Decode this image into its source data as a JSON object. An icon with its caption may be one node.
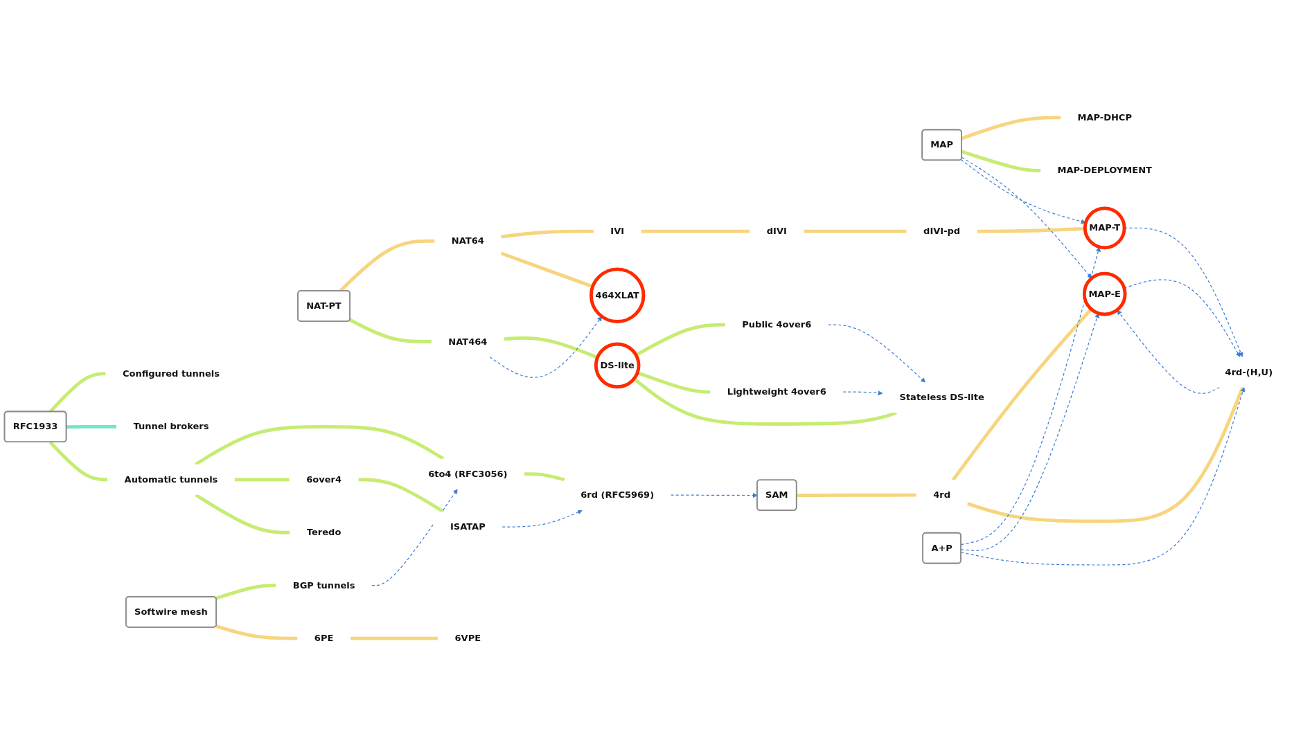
{
  "diagram": {
    "nodes": [
      {
        "text": [
          "MAP"
        ]
      },
      {
        "text": [
          "MAP-DHCP"
        ]
      },
      {
        "text": [
          "MAP-DEPLOYMENT"
        ]
      },
      {
        "text": [
          "NAT-PT"
        ]
      },
      {
        "text": [
          "NAT64"
        ]
      },
      {
        "text": [
          "IVI"
        ]
      },
      {
        "text": [
          "dIVI"
        ]
      },
      {
        "text": [
          "dIVI-pd"
        ]
      },
      {
        "text": [
          "MAP-T"
        ]
      },
      {
        "text": [
          "464XLAT"
        ]
      },
      {
        "text": [
          "MAP-E"
        ]
      },
      {
        "text": [
          "SAM"
        ]
      },
      {
        "text": [
          "4rd"
        ]
      },
      {
        "text": [
          "4rd-(H,U)"
        ]
      },
      {
        "text": [
          "NAT464"
        ]
      },
      {
        "text": [
          "DS-lite"
        ]
      },
      {
        "text": [
          "Public 4over6"
        ]
      },
      {
        "text": [
          "Lightweight 4over6"
        ]
      },
      {
        "text": [
          "Stateless DS-lite"
        ]
      },
      {
        "text": [
          "A+P"
        ]
      },
      {
        "text": [
          "Configured tunnels"
        ]
      },
      {
        "text": [
          "RFC1933"
        ]
      },
      {
        "text": [
          "Tunnel brokers"
        ]
      },
      {
        "text": [
          "Automatic tunnels"
        ]
      },
      {
        "text": [
          "6to4 (RFC3056)"
        ]
      },
      {
        "text": [
          "6rd (RFC5969)"
        ]
      },
      {
        "text": [
          "6over4"
        ]
      },
      {
        "text": [
          "ISATAP"
        ]
      },
      {
        "text": [
          "Teredo"
        ]
      },
      {
        "text": [
          "BGP tunnels"
        ]
      },
      {
        "text": [
          "Softwire mesh"
        ]
      },
      {
        "text": [
          "6PE"
        ]
      },
      {
        "text": [
          "6VPE"
        ]
      }
    ],
    "edges": [
      {
        "from": 0,
        "to": 1,
        "arrow": "none",
        "color": "#f7d57e"
      },
      {
        "from": 0,
        "to": 2,
        "arrow": "none"
      },
      {
        "from": 3,
        "to": 4,
        "arrow": "none",
        "color": "#f7d57e"
      },
      {
        "from": 4,
        "to": 5,
        "arrow": "none",
        "color": "#f7d57e"
      },
      {
        "from": 5,
        "to": 6,
        "arrow": "none",
        "color": "#f7d57e"
      },
      {
        "from": 6,
        "to": 7,
        "arrow": "none",
        "color": "#f7d57e"
      },
      {
        "from": 7,
        "to": 8,
        "arrow": "none",
        "color": "#f7d57e"
      },
      {
        "from": 4,
        "to": 9,
        "arrow": "none",
        "color": "#f7d57e"
      },
      {
        "from": 11,
        "to": 12,
        "arrow": "none",
        "color": "#f7d57e"
      },
      {
        "from": 12,
        "to": 10,
        "arrow": "none",
        "color": "#f7d57e"
      },
      {
        "from": 12,
        "to": 13,
        "arrow": "none",
        "color": "#f7d57e"
      },
      {
        "from": 3,
        "to": 14,
        "arrow": "none"
      },
      {
        "from": 14,
        "to": 15,
        "arrow": "none"
      },
      {
        "from": 15,
        "to": 16,
        "arrow": "none"
      },
      {
        "from": 15,
        "to": 17,
        "arrow": "none"
      },
      {
        "from": 15,
        "to": 18,
        "arrow": "none"
      },
      {
        "from": 21,
        "to": 20,
        "arrow": "none"
      },
      {
        "from": 21,
        "to": 22,
        "arrow": "none",
        "color": "#70e6c8"
      },
      {
        "from": 21,
        "to": 23,
        "arrow": "none"
      },
      {
        "from": 23,
        "to": 24,
        "arrow": "none"
      },
      {
        "from": 24,
        "to": 25,
        "arrow": "none"
      },
      {
        "from": 23,
        "to": 26,
        "arrow": "none"
      },
      {
        "from": 26,
        "to": 27,
        "arrow": "none"
      },
      {
        "from": 23,
        "to": 28,
        "arrow": "none"
      },
      {
        "from": 30,
        "to": 29,
        "arrow": "none"
      },
      {
        "from": 30,
        "to": 31,
        "arrow": "none",
        "color": "#f7d57e"
      },
      {
        "from": 31,
        "to": 32,
        "arrow": "none",
        "color": "#f7d57e"
      },
      {
        "from": 0,
        "to": 10,
        "arrow": "to",
        "style": "dashed",
        "color": "#3b7dd8"
      },
      {
        "from": 0,
        "to": 8,
        "arrow": "to",
        "style": "dashed",
        "color": "#3b7dd8"
      },
      {
        "from": 14,
        "to": 9,
        "arrow": "to",
        "style": "dashed",
        "color": "#3b7dd8"
      },
      {
        "from": 16,
        "to": 18,
        "arrow": "to",
        "style": "dashed",
        "color": "#3b7dd8"
      },
      {
        "from": 17,
        "to": 18,
        "arrow": "to",
        "style": "dashed",
        "color": "#3b7dd8"
      },
      {
        "from": 8,
        "to": 13,
        "arrow": "to",
        "style": "dashed",
        "color": "#3b7dd8"
      },
      {
        "from": 10,
        "to": 13,
        "arrow": "to",
        "style": "dashed",
        "color": "#3b7dd8"
      },
      {
        "from": 13,
        "to": 10,
        "arrow": "to",
        "style": "dashed",
        "color": "#3b7dd8"
      },
      {
        "from": 19,
        "to": 8,
        "arrow": "to",
        "style": "dashed",
        "color": "#3b7dd8"
      },
      {
        "from": 19,
        "to": 10,
        "arrow": "to",
        "style": "dashed",
        "color": "#3b7dd8"
      },
      {
        "from": 19,
        "to": 13,
        "arrow": "to",
        "style": "dashed",
        "color": "#3b7dd8"
      },
      {
        "from": 25,
        "to": 11,
        "arrow": "to",
        "style": "dashed",
        "color": "#3b7dd8"
      },
      {
        "from": 27,
        "to": 25,
        "arrow": "to",
        "style": "dashed",
        "color": "#3b7dd8"
      },
      {
        "from": 29,
        "to": 24,
        "arrow": "to",
        "style": "dashed",
        "color": "#3b7dd8"
      }
    ]
  }
}
